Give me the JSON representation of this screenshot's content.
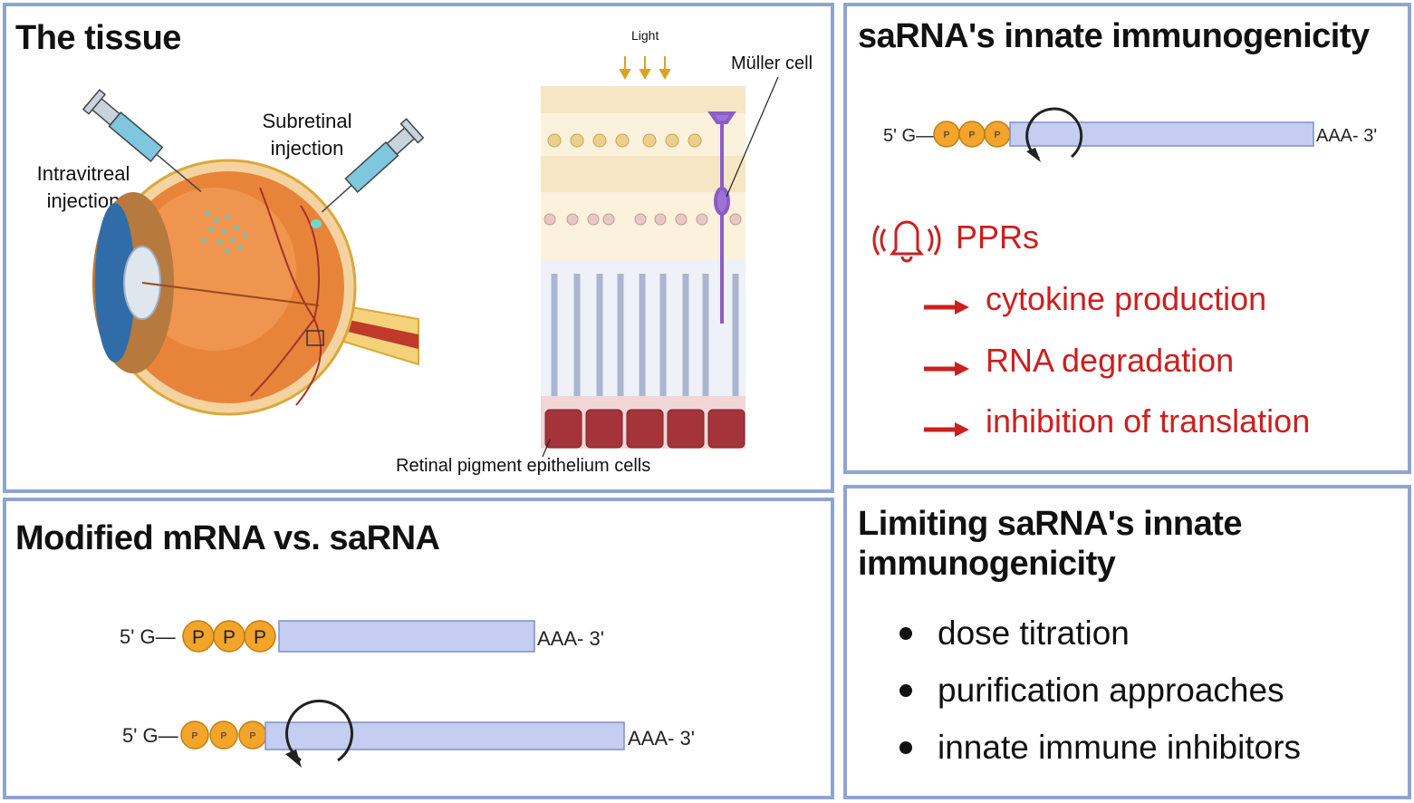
{
  "tissue": {
    "title": "The tissue",
    "intravitreal": [
      "Intravitreal",
      "injection"
    ],
    "subretinal": [
      "Subretinal",
      "injection"
    ],
    "light": "Light",
    "muller": "Müller cell",
    "rpe": "Retinal pigment epithelium cells"
  },
  "immunogenicity": {
    "title": "saRNA's innate immunogenicity",
    "rna": {
      "five_prime": "5' G—",
      "three_prime": "AAA- 3'",
      "phosphate": "P"
    },
    "pprs": "PPRs",
    "effects": [
      "cytokine production",
      "RNA degradation",
      "inhibition of translation"
    ]
  },
  "comparison": {
    "title": "Modified mRNA vs. saRNA",
    "mrna": {
      "five_prime": "5' G—",
      "three_prime": "AAA- 3'",
      "phosphate": "P"
    },
    "sarna": {
      "five_prime": "5' G—",
      "three_prime": "AAA- 3'",
      "phosphate": "P"
    }
  },
  "limiting": {
    "title_line1": "Limiting saRNA's innate",
    "title_line2": "immunogenicity",
    "items": [
      "dose titration",
      "purification approaches",
      "innate immune inhibitors"
    ]
  },
  "colors": {
    "border": "#8fa5cf",
    "accent_red": "#cc1f1f",
    "phosphate_orange": "#f2a52a",
    "rna_body": "#c5cdf0",
    "eye_orange": "#e8843a"
  }
}
